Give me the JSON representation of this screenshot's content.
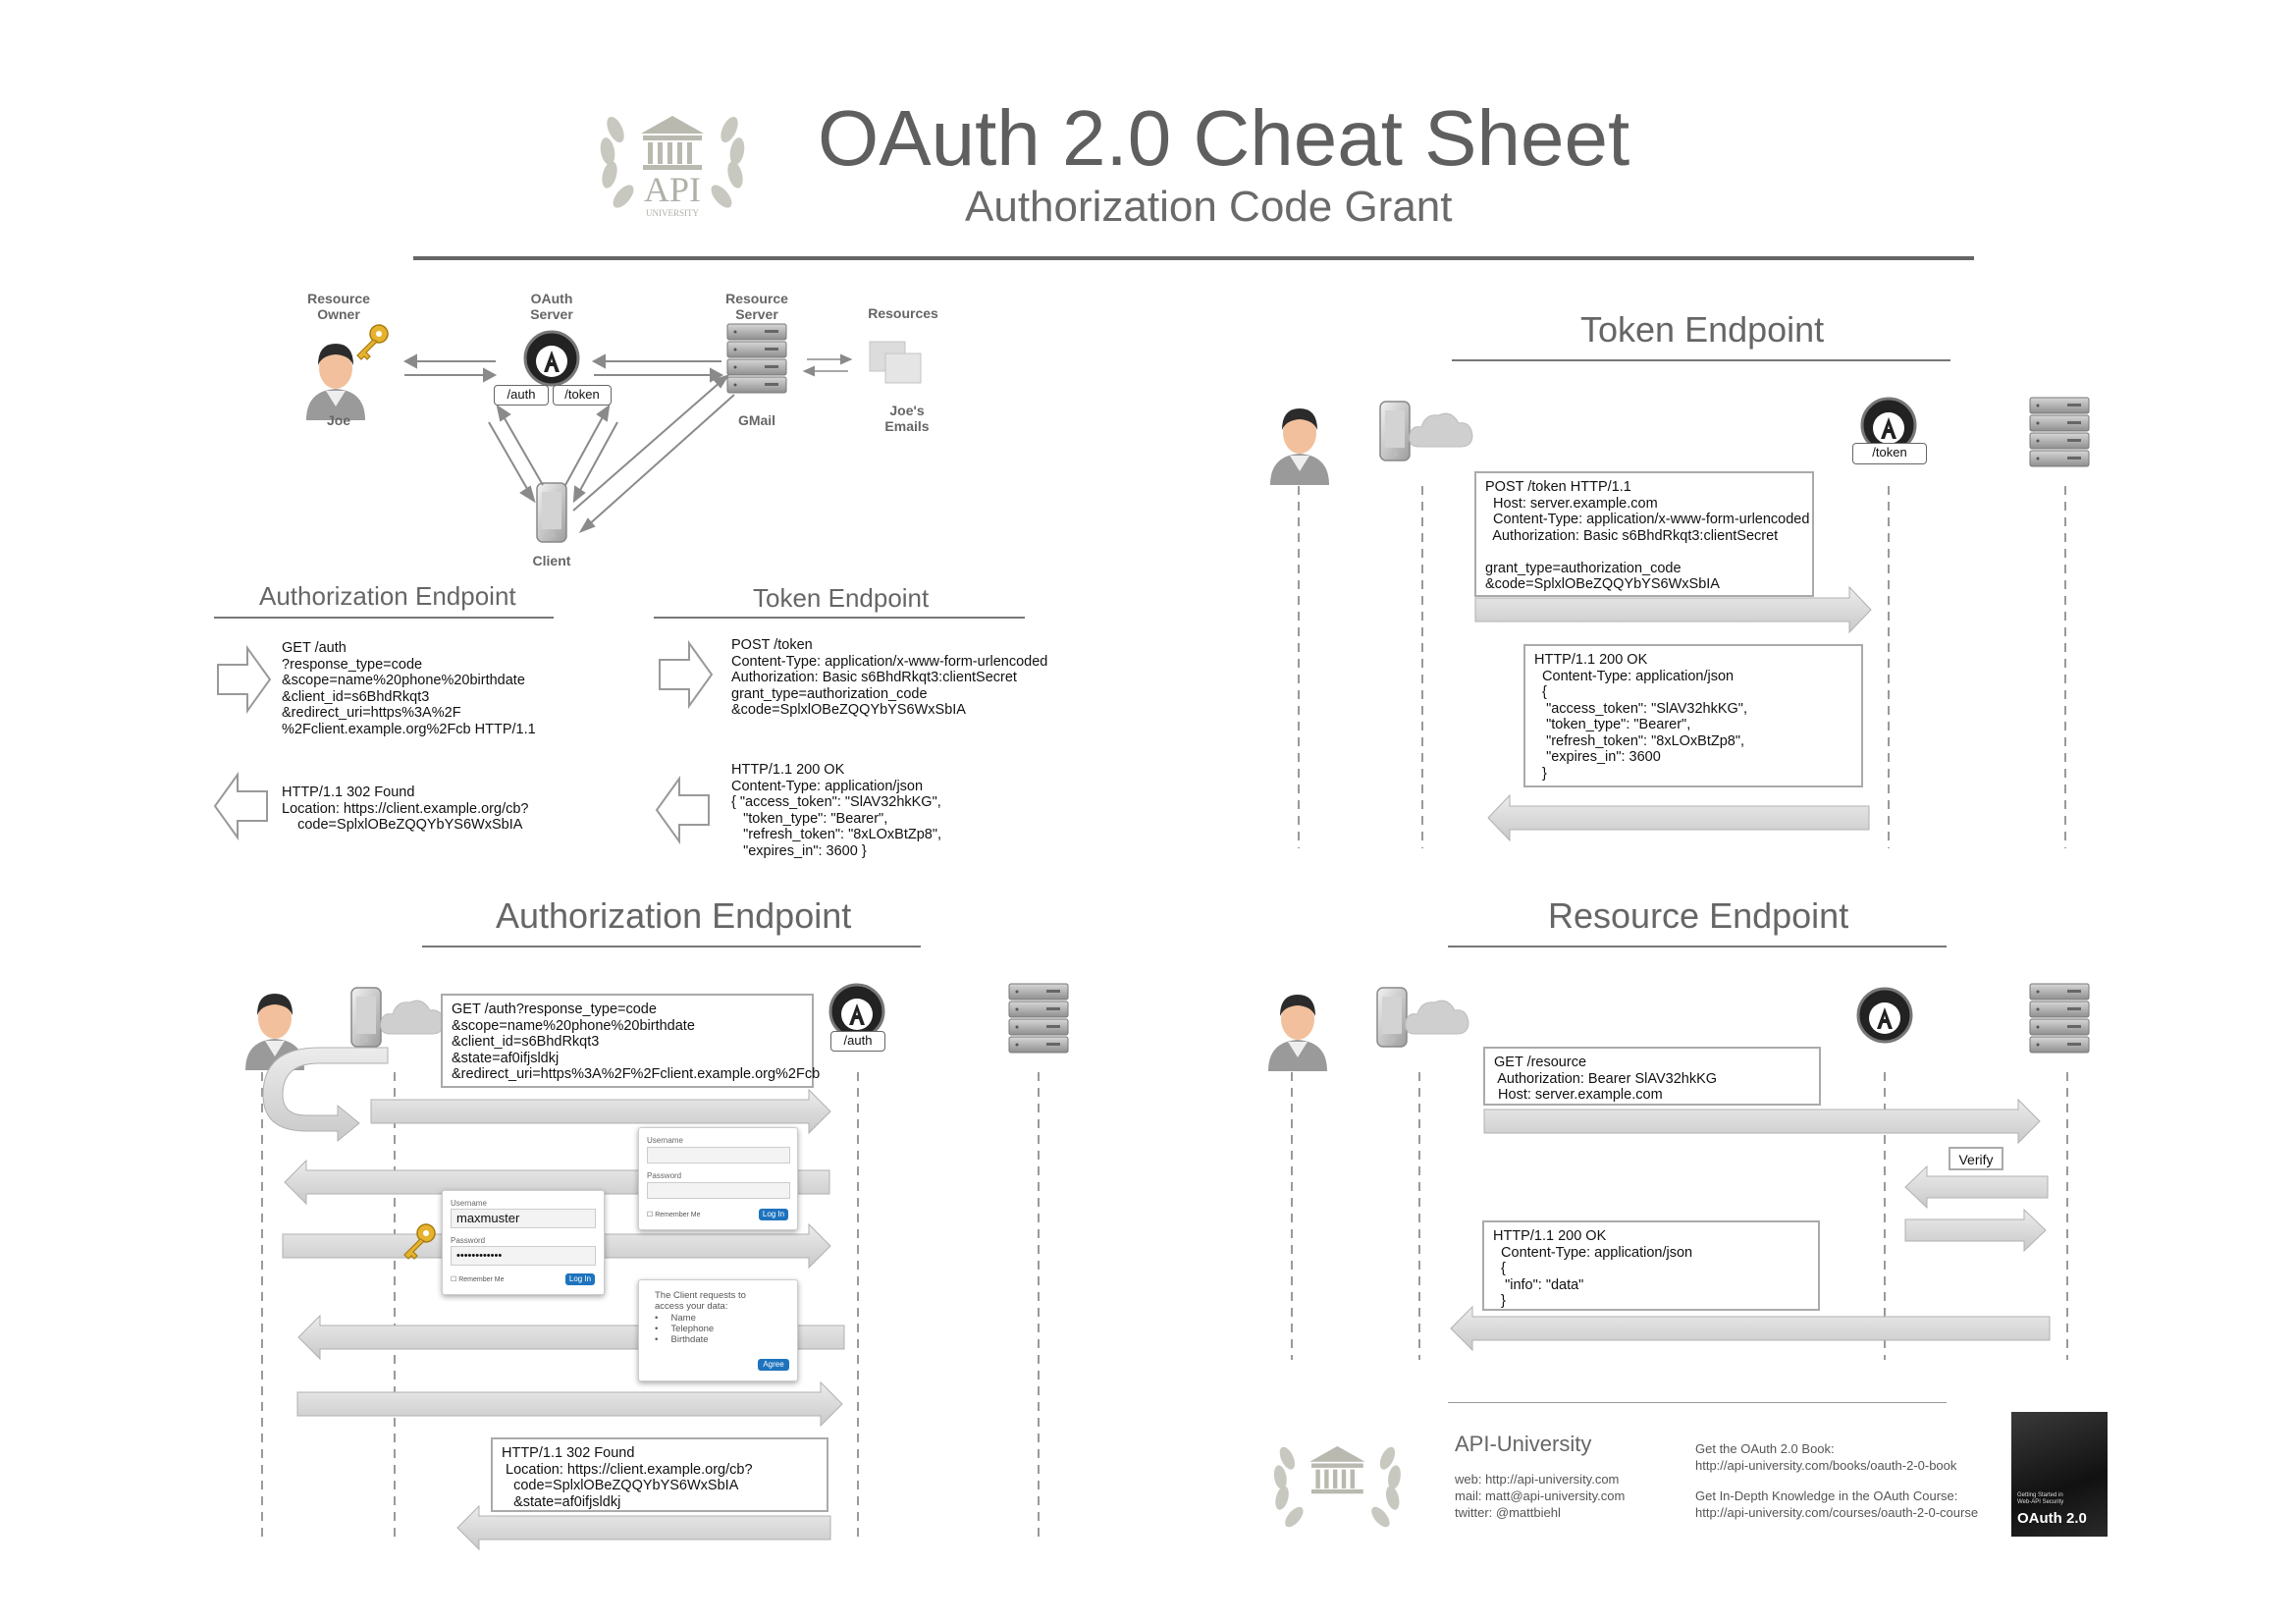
{
  "header": {
    "title": "OAuth 2.0 Cheat Sheet",
    "subtitle": "Authorization Code Grant",
    "logo_text": "API",
    "logo_subtext": "UNIVERSITY"
  },
  "overview": {
    "actors": {
      "resource_owner": "Resource\nOwner",
      "resource_owner_name": "Joe",
      "oauth_server": "OAuth\nServer",
      "resource_server": "Resource\nServer",
      "resource_server_name": "GMail",
      "resources": "Resources",
      "resources_name": "Joe's\nEmails",
      "client": "Client"
    },
    "tags": {
      "auth": "/auth",
      "token": "/token"
    }
  },
  "auth_endpoint_summary": {
    "heading": "Authorization Endpoint",
    "request": "GET /auth\n?response_type=code\n&scope=name%20phone%20birthdate\n&client_id=s6BhdRkqt3\n&redirect_uri=https%3A%2F\n%2Fclient.example.org%2Fcb HTTP/1.1",
    "response": "HTTP/1.1 302 Found\nLocation: https://client.example.org/cb?\n    code=SplxlOBeZQQYbYS6WxSbIA"
  },
  "token_endpoint_summary": {
    "heading": "Token Endpoint",
    "request": "POST /token\nContent-Type: application/x-www-form-urlencoded\nAuthorization: Basic s6BhdRkqt3:clientSecret\ngrant_type=authorization_code\n&code=SplxlOBeZQQYbYS6WxSbIA",
    "response": "HTTP/1.1 200 OK\nContent-Type: application/json\n{ \"access_token\": \"SlAV32hkKG\",\n   \"token_type\": \"Bearer\",\n   \"refresh_token\": \"8xLOxBtZp8\",\n   \"expires_in\": 3600 }"
  },
  "token_flow": {
    "heading": "Token Endpoint",
    "tag": "/token",
    "request": "POST /token HTTP/1.1\n  Host: server.example.com\n  Content-Type: application/x-www-form-urlencoded\n  Authorization: Basic s6BhdRkqt3:clientSecret\n\ngrant_type=authorization_code\n&code=SplxlOBeZQQYbYS6WxSbIA",
    "response": "HTTP/1.1 200 OK\n  Content-Type: application/json\n  {\n   \"access_token\": \"SlAV32hkKG\",\n   \"token_type\": \"Bearer\",\n   \"refresh_token\": \"8xLOxBtZp8\",\n   \"expires_in\": 3600\n  }"
  },
  "auth_flow": {
    "heading": "Authorization Endpoint",
    "tag": "/auth",
    "request": "GET /auth?response_type=code\n&scope=name%20phone%20birthdate\n&client_id=s6BhdRkqt3\n&state=af0ifjsldkj\n&redirect_uri=https%3A%2F%2Fclient.example.org%2Fcb",
    "response": "HTTP/1.1 302 Found\n Location: https://client.example.org/cb?\n   code=SplxlOBeZQQYbYS6WxSbIA\n   &state=af0ifjsldkj",
    "login_small": {
      "username": "Username",
      "password": "Password",
      "remember": "Remember Me",
      "button": "Log In"
    },
    "login_filled": {
      "username_label": "Username",
      "username_value": "maxmuster",
      "password_label": "Password",
      "password_value": "••••••••••••",
      "remember": "Remember Me",
      "button": "Log In"
    },
    "consent": {
      "text": "The Client requests to\naccess your data:",
      "items": "•     Name\n•     Telephone\n•     Birthdate",
      "button": "Agree"
    }
  },
  "resource_flow": {
    "heading": "Resource Endpoint",
    "request": "GET /resource\n Authorization: Bearer SlAV32hkKG\n Host: server.example.com",
    "verify": "Verify",
    "response": "HTTP/1.1 200 OK\n  Content-Type: application/json\n  {\n   \"info\": \"data\"\n  }"
  },
  "footer": {
    "brand": "API-University",
    "contact": "web: http://api-university.com\nmail: matt@api-university.com\ntwitter: @mattbiehl",
    "book": "Get the OAuth 2.0 Book:\nhttp://api-university.com/books/oauth-2-0-book",
    "course": "Get In-Depth Knowledge in the OAuth Course:\nhttp://api-university.com/courses/oauth-2-0-course",
    "book_cover_title": "OAuth 2.0",
    "book_cover_subtitle": "Getting Started in\nWeb-API Security"
  },
  "colors": {
    "heading": "#666666",
    "arrow_fill": "#dcdcdc",
    "arrow_stroke": "#aaaaaa",
    "button": "#1e73be"
  }
}
